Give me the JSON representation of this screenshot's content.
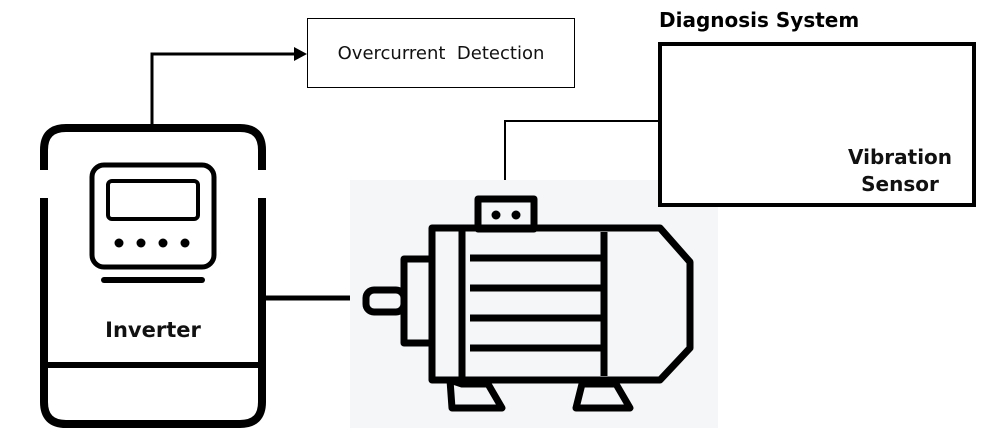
{
  "overcurrent_detection": {
    "label": "Overcurrent  Detection"
  },
  "diagnosis_system": {
    "title": "Diagnosis System",
    "vibration_sensor_line1": "Vibration",
    "vibration_sensor_line2": "Sensor"
  },
  "inverter": {
    "label": "Inverter"
  },
  "icons": [
    "inverter-icon",
    "display-icon",
    "motor-icon",
    "chip-icon",
    "vibration-sensor-icon",
    "arrow-icon"
  ],
  "colors": {
    "stroke": "#000000",
    "motor_bg": "#f4f6f8",
    "background": "#ffffff"
  }
}
